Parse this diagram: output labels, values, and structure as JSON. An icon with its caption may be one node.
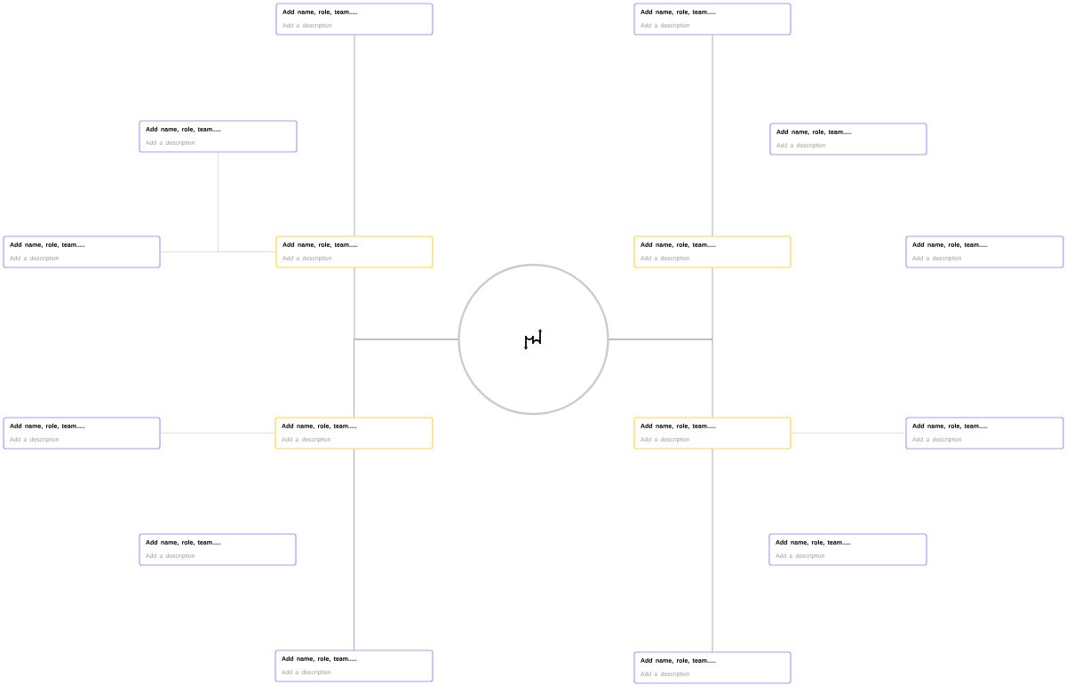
{
  "diagram": {
    "nodes": [
      {
        "text": [
          "Add name, role, team.....",
          "Add a description"
        ]
      },
      {
        "text": [
          "Add name, role, team.....",
          "Add a description"
        ]
      },
      {
        "text": [
          "Add name, role, team.....",
          "Add a description"
        ]
      },
      {
        "text": [
          "Add name, role, team.....",
          "Add a description"
        ]
      },
      {
        "text": [
          "Add name, role, team.....",
          "Add a description"
        ]
      },
      {
        "text": [
          "Add name, role, team.....",
          "Add a description"
        ]
      },
      {
        "text": [
          "Add name, role, team.....",
          "Add a description"
        ]
      },
      {
        "text": [
          "Add name, role, team.....",
          "Add a description"
        ]
      },
      {
        "text": [],
        "shape": "circle"
      },
      {
        "text": [
          "Add name, role, team.....",
          "Add a description"
        ]
      },
      {
        "text": [
          "Add name, role, team.....",
          "Add a description"
        ]
      },
      {
        "text": [
          "Add name, role, team.....",
          "Add a description"
        ]
      },
      {
        "text": [
          "Add name, role, team.....",
          "Add a description"
        ]
      },
      {
        "text": [
          "Add name, role, team.....",
          "Add a description"
        ]
      },
      {
        "text": [
          "Add name, role, team.....",
          "Add a description"
        ]
      },
      {
        "text": [
          "Add name, role, team.....",
          "Add a description"
        ]
      },
      {
        "text": [
          "Add name, role, team.....",
          "Add a description"
        ]
      }
    ],
    "edges": [
      {
        "from": 0,
        "to": 5,
        "arrow": "none"
      },
      {
        "from": 1,
        "to": 6,
        "arrow": "none"
      },
      {
        "from": 8,
        "to": 5,
        "arrow": "none"
      },
      {
        "from": 8,
        "to": 10,
        "arrow": "none"
      },
      {
        "from": 8,
        "to": 6,
        "arrow": "none"
      },
      {
        "from": 8,
        "to": 11,
        "arrow": "none"
      },
      {
        "from": 2,
        "to": 5,
        "arrow": "none",
        "color": "#d9d9d9"
      },
      {
        "from": 4,
        "to": 5,
        "arrow": "none",
        "color": "#d9d9d9"
      },
      {
        "from": 9,
        "to": 10,
        "arrow": "none",
        "color": "#d9d9d9"
      },
      {
        "from": 10,
        "to": 15,
        "arrow": "none"
      },
      {
        "from": 11,
        "to": 12,
        "arrow": "none",
        "color": "#d9d9d9"
      },
      {
        "from": 11,
        "to": 16,
        "arrow": "none"
      }
    ]
  }
}
